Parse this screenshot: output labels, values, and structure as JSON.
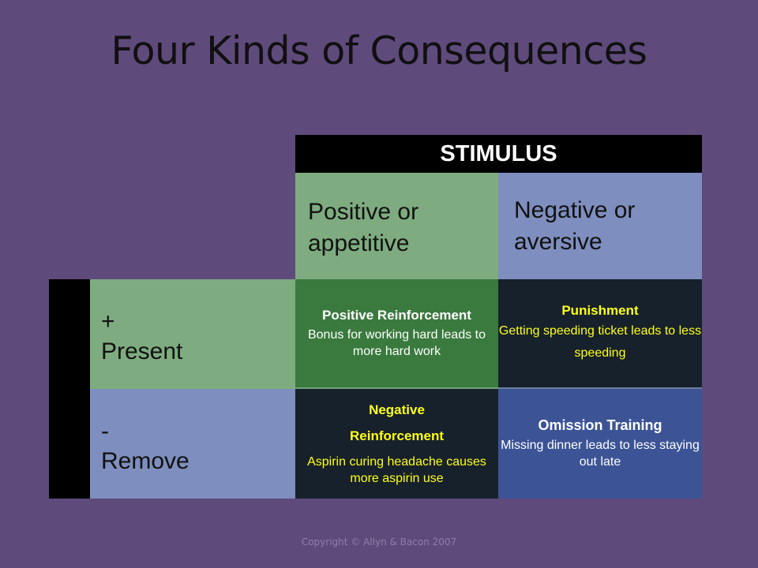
{
  "slide": {
    "title": "Four Kinds of Consequences",
    "footer": "Copyright © Allyn & Bacon 2007"
  },
  "table": {
    "header": "STIMULUS",
    "columns": [
      "Positive or appetitive",
      "Negative or aversive"
    ],
    "rows": [
      {
        "symbol": "+",
        "label": "Present"
      },
      {
        "symbol": "-",
        "label": "Remove"
      }
    ],
    "cells": {
      "present_positive": {
        "title": "Positive Reinforcement",
        "body": "Bonus for working hard leads to more hard work"
      },
      "present_negative": {
        "title": "Punishment",
        "body": "Getting speeding ticket leads to less speeding"
      },
      "remove_positive": {
        "title_line1": "Negative",
        "title_line2": "Reinforcement",
        "body": "Aspirin curing headache causes more aspirin use"
      },
      "remove_negative": {
        "title": "Omission Training",
        "body": "Missing dinner leads to less staying out late"
      }
    },
    "colors": {
      "background": "#5f4a7c",
      "appetitive": "#7eac80",
      "aversive": "#7e8ebe",
      "positive_reinforcement": "#3a7a3e",
      "dark_cell": "#17212b",
      "omission_training": "#3c5496",
      "highlight_text": "#ffff1a"
    }
  }
}
